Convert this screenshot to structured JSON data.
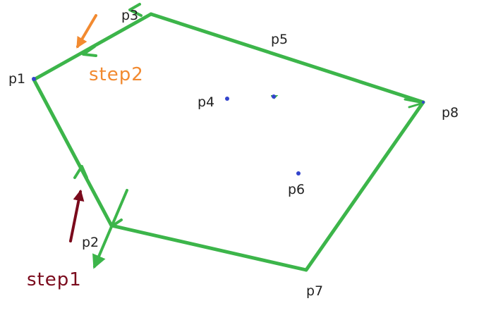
{
  "points": [
    {
      "id": "p1",
      "label": "p1"
    },
    {
      "id": "p2",
      "label": "p2"
    },
    {
      "id": "p3",
      "label": "p3"
    },
    {
      "id": "p4",
      "label": "p4"
    },
    {
      "id": "p5",
      "label": "p5"
    },
    {
      "id": "p6",
      "label": "p6"
    },
    {
      "id": "p7",
      "label": "p7"
    },
    {
      "id": "p8",
      "label": "p8"
    }
  ],
  "hull_order": [
    "p2",
    "p1",
    "p3",
    "p8",
    "p7"
  ],
  "steps": [
    {
      "label": "step1",
      "color": "#7a0a1c"
    },
    {
      "label": "step2",
      "color": "#f28a30"
    }
  ],
  "colors": {
    "hull": "#3cb54a",
    "point": "#3344cc",
    "label": "#222222"
  }
}
